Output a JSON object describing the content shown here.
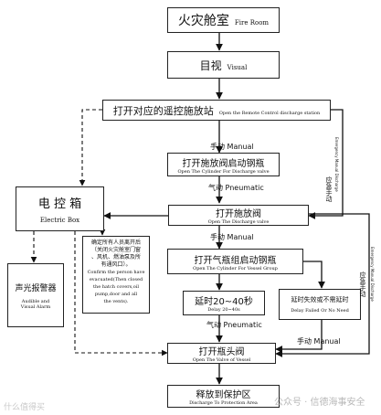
{
  "nodes": {
    "fire_room": {
      "cn": "火灾舱室",
      "en": "Fire Room"
    },
    "visual": {
      "cn": "目视",
      "en": "Visual"
    },
    "remote_station": {
      "cn": "打开对应的遥控施放站",
      "en": "Open the Remote Control discharge station"
    },
    "start_cylinder": {
      "cn": "打开施放阀启动钢瓶",
      "en": "Open The Cylinder For Discharge valve"
    },
    "discharge_valve": {
      "cn": "打开施放阀",
      "en": "Open The Discharge valve"
    },
    "gas_group": {
      "cn": "打开气瓶组启动钢瓶",
      "en": "Open The Cylinder For Vessel Group"
    },
    "delay": {
      "cn": "延时20~40秒",
      "en": "Delay 20~40s"
    },
    "delay_failed": {
      "cn": "延时失效或不需延时",
      "en": "Delay Failed Or No Need"
    },
    "vessel_valve": {
      "cn": "打开瓶头阀",
      "en": "Open The Valve of Vessel"
    },
    "release": {
      "cn": "释放到保护区",
      "en": "Discharge To Protection Area"
    },
    "electric_box": {
      "cn": "电 控 箱",
      "en": "Electric Box"
    },
    "alarm": {
      "cn": "声光报警器",
      "en1": "Audible and",
      "en2": "Visual Alarm"
    },
    "confirm": {
      "cn1": "确定所有人员离开后",
      "cn2": "（关闭火灾舱室门窗",
      "cn3": "、风机、燃油泵及所",
      "cn4": "有通风口）。",
      "en1": "Confirm the person have",
      "en2": "evacuated(Then closed",
      "en3": "the hatch covers,oil",
      "en4": "pump,door and all",
      "en5": "the vents)."
    }
  },
  "labels": {
    "manual1": "手动 Manual",
    "pneumatic1": "气动 Pneumatic",
    "manual2": "手动 Manual",
    "pneumatic2": "气动 Pneumatic",
    "manual3": "手动 Manual",
    "emergency_cn": "应急手动",
    "emergency_en": "Emergency Manual Discharge"
  },
  "watermark": {
    "left": "什么值得买",
    "right": "公众号 · 信德海事安全"
  }
}
